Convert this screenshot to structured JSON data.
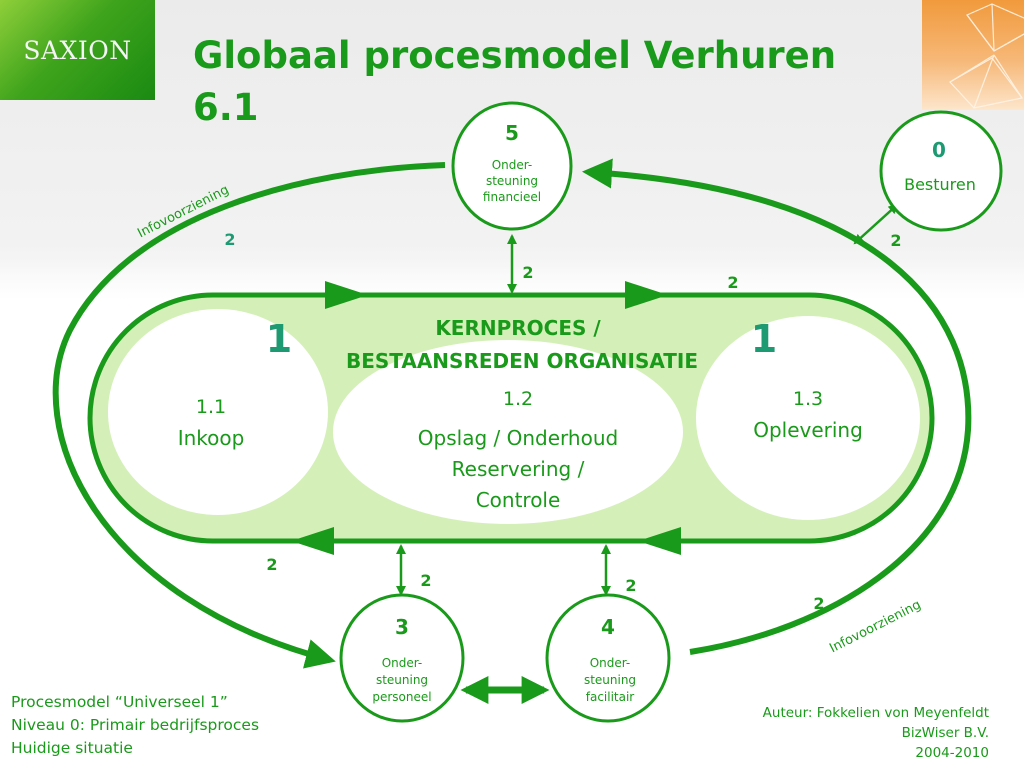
{
  "logo": {
    "text": "SAXION"
  },
  "title": {
    "line1": "Globaal procesmodel Verhuren",
    "line2": "6.1"
  },
  "colors": {
    "primary": "#1a9a1a",
    "light_fill": "#d4f0b8",
    "number_accent": "#1d9a72",
    "corner_orange": "#f19a3c"
  },
  "core": {
    "heading_line1": "KERNPROCES /",
    "heading_line2": "BESTAANSREDEN ORGANISATIE",
    "number_left": "1",
    "number_right": "1",
    "processes": [
      {
        "id": "1.1",
        "label": "Inkoop"
      },
      {
        "id": "1.2",
        "label_lines": [
          "Opslag / Onderhoud",
          "Reservering /",
          "Controle"
        ]
      },
      {
        "id": "1.3",
        "label": "Oplevering"
      }
    ]
  },
  "support": [
    {
      "id": "5",
      "lines": [
        "Onder-",
        "steuning",
        "financieel"
      ]
    },
    {
      "id": "0",
      "lines": [
        "Besturen"
      ]
    },
    {
      "id": "3",
      "lines": [
        "Onder-",
        "steuning",
        "personeel"
      ]
    },
    {
      "id": "4",
      "lines": [
        "Onder-",
        "steuning",
        "facilitair"
      ]
    }
  ],
  "flow_labels": {
    "info_top": "Infovoorziening",
    "info_bottom": "Infovoorziening",
    "two": "2"
  },
  "footer": {
    "left": [
      "Procesmodel “Universeel 1”",
      "Niveau 0: Primair bedrijfsproces",
      "Huidige situatie"
    ],
    "right": [
      "Auteur: Fokkelien von Meyenfeldt",
      "BizWiser B.V.",
      "2004-2010"
    ]
  }
}
